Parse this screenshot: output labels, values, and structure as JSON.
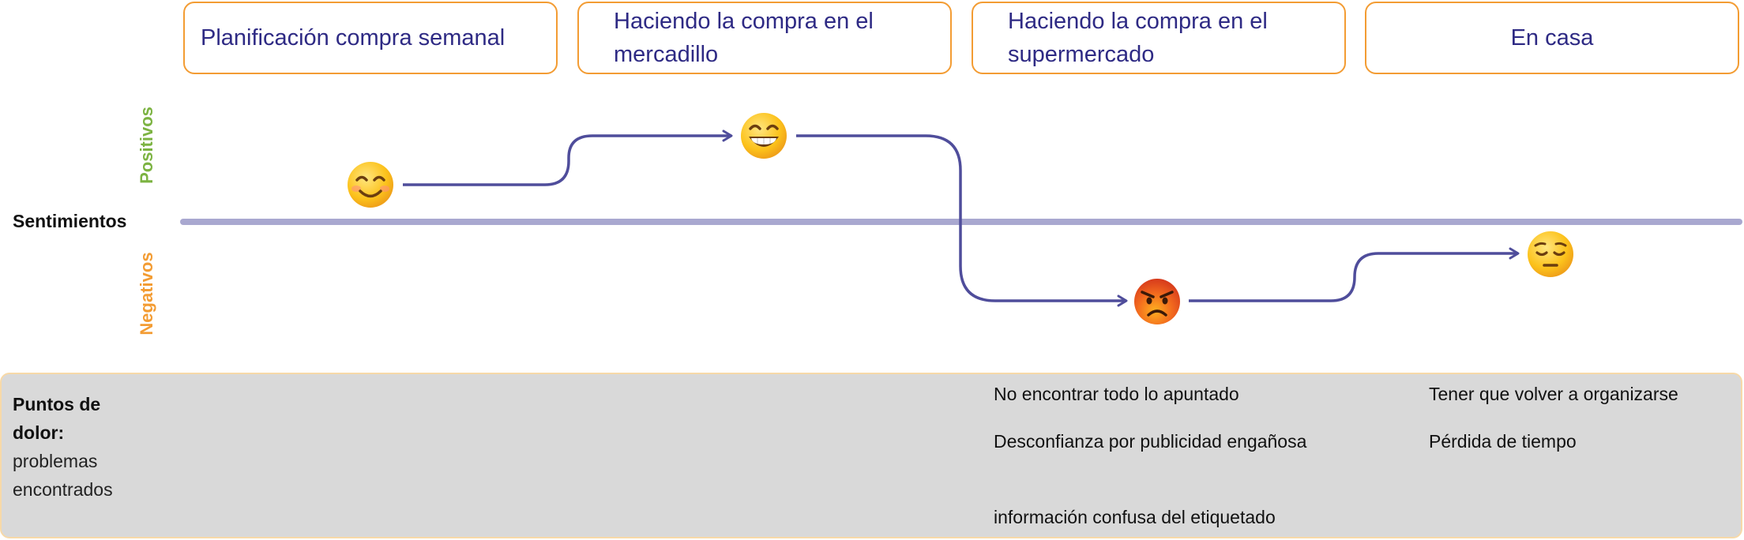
{
  "stages": [
    {
      "label": "Planificación compra semanal"
    },
    {
      "label": "Haciendo la compra en el mercadillo"
    },
    {
      "label": "Haciendo la compra en el supermercado"
    },
    {
      "label": "En casa"
    }
  ],
  "sentiment": {
    "row_label": "Sentimientos",
    "positive_label": "Positivos",
    "negative_label": "Negativos",
    "points": [
      {
        "stage": "Planificación compra semanal",
        "emoji": "smiling-face-icon",
        "valence": "positive",
        "level": 0.45
      },
      {
        "stage": "Haciendo la compra en el mercadillo",
        "emoji": "grinning-face-icon",
        "valence": "positive",
        "level": 0.85
      },
      {
        "stage": "Haciendo la compra en el supermercado",
        "emoji": "angry-face-icon",
        "valence": "negative",
        "level": 0.75
      },
      {
        "stage": "En casa",
        "emoji": "pensive-face-icon",
        "valence": "negative",
        "level": 0.3
      }
    ]
  },
  "colors": {
    "stage_border": "#f39c33",
    "stage_text": "#2e2a84",
    "positive": "#7cb342",
    "negative": "#f39c33",
    "baseline": "#a9a8d0",
    "path": "#4f4d9b",
    "pain_bg": "#d9d9d9"
  },
  "pain_points": {
    "title": "Puntos de dolor:",
    "subtitle": "problemas encontrados",
    "supermercado": [
      "No encontrar todo lo apuntado",
      "Desconfianza por publicidad engañosa",
      "información confusa del etiquetado"
    ],
    "casa": [
      "Tener que volver a organizarse",
      "Pérdida de tiempo"
    ]
  }
}
